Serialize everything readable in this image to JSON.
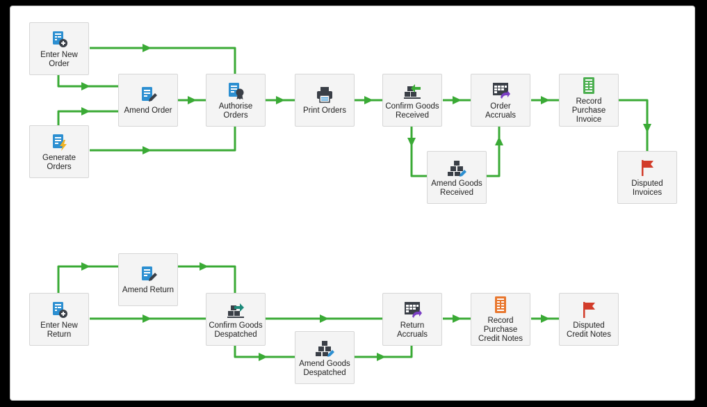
{
  "colors": {
    "connector": "#3aaa35",
    "node_bg": "#f4f4f4",
    "node_border": "#d6d6d6",
    "icon_blue": "#2c8fd1",
    "icon_green": "#4caf50",
    "icon_orange": "#e8772e",
    "icon_red": "#d23c2a",
    "icon_dark": "#3a3f47"
  },
  "purchase_flow": {
    "enter_new_order": {
      "label": "Enter New\nOrder",
      "icon": "new-document-icon"
    },
    "amend_order": {
      "label": "Amend Order",
      "icon": "edit-document-icon"
    },
    "generate_orders": {
      "label": "Generate\nOrders",
      "icon": "generate-document-icon"
    },
    "authorise_orders": {
      "label": "Authorise\nOrders",
      "icon": "authorise-document-icon"
    },
    "print_orders": {
      "label": "Print Orders",
      "icon": "printer-icon"
    },
    "confirm_goods_received": {
      "label": "Confirm Goods\nReceived",
      "icon": "receive-goods-icon"
    },
    "amend_goods_received": {
      "label": "Amend Goods\nReceived",
      "icon": "amend-goods-icon"
    },
    "order_accruals": {
      "label": "Order\nAccruals",
      "icon": "accruals-icon"
    },
    "record_purchase_invoice": {
      "label": "Record\nPurchase\nInvoice",
      "icon": "invoice-icon"
    },
    "disputed_invoices": {
      "label": "Disputed\nInvoices",
      "icon": "flag-icon"
    }
  },
  "returns_flow": {
    "enter_new_return": {
      "label": "Enter New\nReturn",
      "icon": "new-document-icon"
    },
    "amend_return": {
      "label": "Amend Return",
      "icon": "edit-document-icon"
    },
    "confirm_goods_despatched": {
      "label": "Confirm Goods\nDespatched",
      "icon": "despatch-goods-icon"
    },
    "amend_goods_despatched": {
      "label": "Amend Goods\nDespatched",
      "icon": "amend-goods-icon"
    },
    "return_accruals": {
      "label": "Return\nAccruals",
      "icon": "accruals-icon"
    },
    "record_purchase_credit_notes": {
      "label": "Record\nPurchase\nCredit Notes",
      "icon": "credit-note-icon"
    },
    "disputed_credit_notes": {
      "label": "Disputed\nCredit Notes",
      "icon": "flag-icon"
    }
  }
}
